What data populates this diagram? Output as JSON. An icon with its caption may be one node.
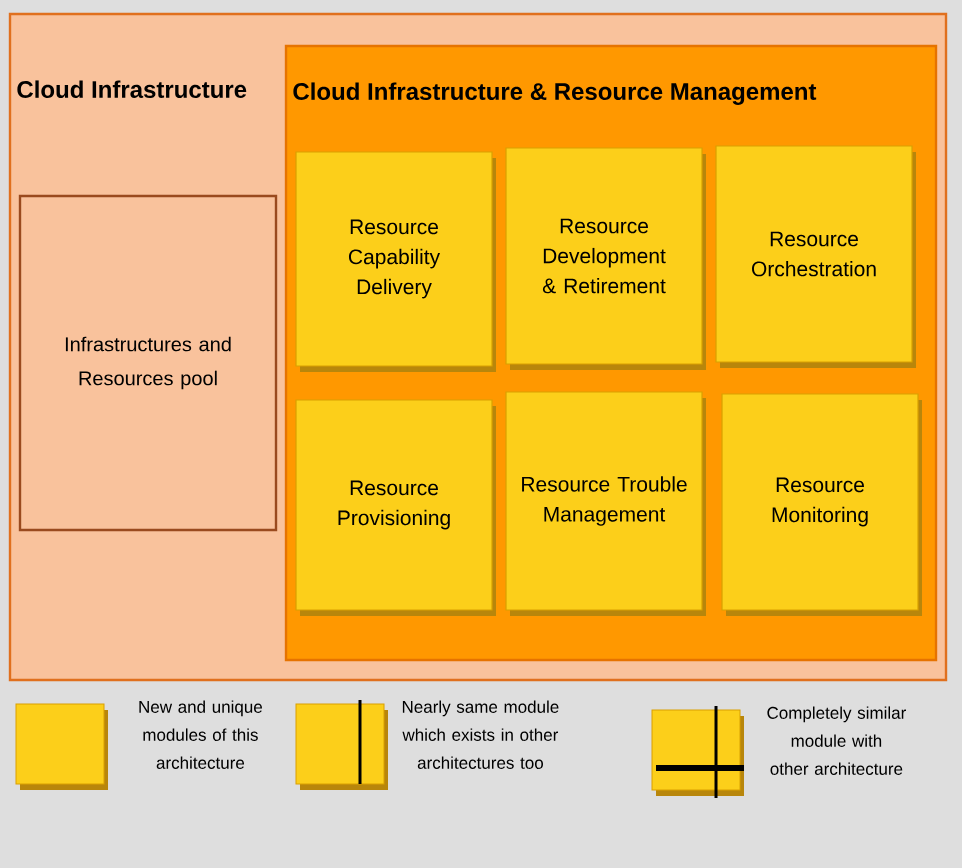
{
  "diagram": {
    "nodes": [
      {
        "text": [
          "Cloud Infrastructure"
        ]
      },
      {
        "text": [
          "Infrastructures and Resources pool"
        ],
        "in": 0
      },
      {
        "text": [
          "Cloud Infrastructure & Resource Management"
        ],
        "in": 0
      },
      {
        "text": [
          "Resource Capability Delivery"
        ],
        "in": 2
      },
      {
        "text": [
          "Resource Development & Retirement"
        ],
        "in": 2
      },
      {
        "text": [
          "Resource Orchestration"
        ],
        "in": 2
      },
      {
        "text": [
          "Resource Provisioning"
        ],
        "in": 2
      },
      {
        "text": [
          "Resource Trouble Management"
        ],
        "in": 2
      },
      {
        "text": [
          "Resource Monitoring"
        ],
        "in": 2
      }
    ],
    "legend": [
      {
        "text": "New and unique modules of this architecture"
      },
      {
        "text": "Nearly same module which exists in other architectures too"
      },
      {
        "text": "Completely similar module with other architecture"
      }
    ]
  }
}
